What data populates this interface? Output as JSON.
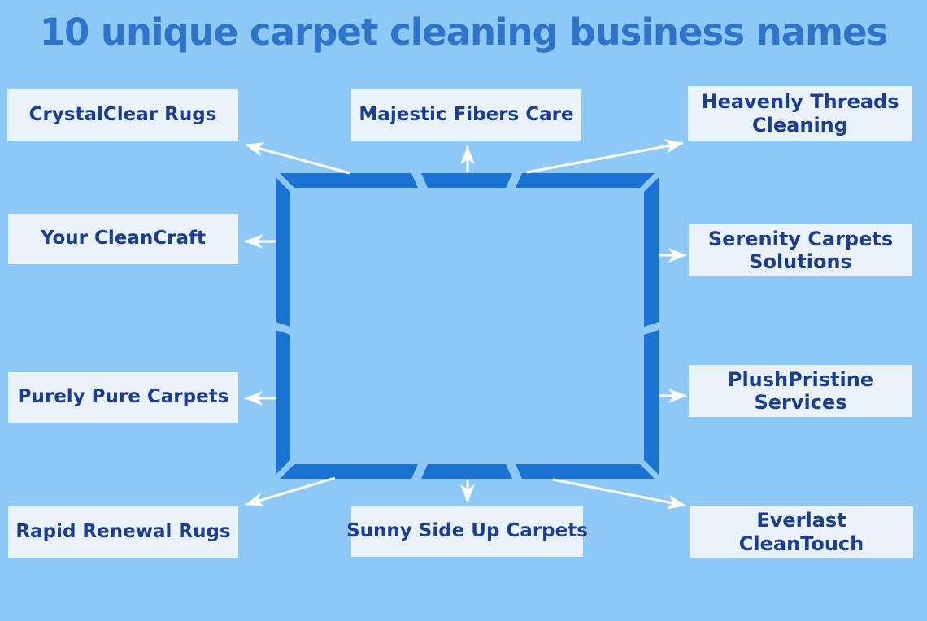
{
  "title": "10 unique carpet cleaning business names",
  "colors": {
    "background": "#8ec8f7",
    "frame": "#1a73d3",
    "title": "#2d74ca",
    "box_bg": "#eaf2fb",
    "box_text": "#1b3d92",
    "arrow": "#ffffff"
  },
  "nodes": [
    {
      "id": "crystalclear-rugs",
      "label": "CrystalClear Rugs"
    },
    {
      "id": "majestic-fibers-care",
      "label": "Majestic Fibers Care"
    },
    {
      "id": "heavenly-threads-cleaning",
      "label": "Heavenly Threads Cleaning"
    },
    {
      "id": "your-cleancraft",
      "label": "Your CleanCraft"
    },
    {
      "id": "serenity-carpets-solutions",
      "label": "Serenity Carpets Solutions"
    },
    {
      "id": "purely-pure-carpets",
      "label": "Purely Pure Carpets"
    },
    {
      "id": "plushpristine-services",
      "label": "PlushPristine Services"
    },
    {
      "id": "rapid-renewal-rugs",
      "label": "Rapid Renewal Rugs"
    },
    {
      "id": "sunny-side-up-carpets",
      "label": "Sunny Side Up Carpets"
    },
    {
      "id": "everlast-cleantouch",
      "label": "Everlast CleanTouch"
    }
  ],
  "edges": [
    {
      "from": "center-square",
      "to": "crystalclear-rugs"
    },
    {
      "from": "center-square",
      "to": "majestic-fibers-care"
    },
    {
      "from": "center-square",
      "to": "heavenly-threads-cleaning"
    },
    {
      "from": "center-square",
      "to": "your-cleancraft"
    },
    {
      "from": "center-square",
      "to": "serenity-carpets-solutions"
    },
    {
      "from": "center-square",
      "to": "purely-pure-carpets"
    },
    {
      "from": "center-square",
      "to": "plushpristine-services"
    },
    {
      "from": "center-square",
      "to": "rapid-renewal-rugs"
    },
    {
      "from": "center-square",
      "to": "sunny-side-up-carpets"
    },
    {
      "from": "center-square",
      "to": "everlast-cleantouch"
    }
  ]
}
